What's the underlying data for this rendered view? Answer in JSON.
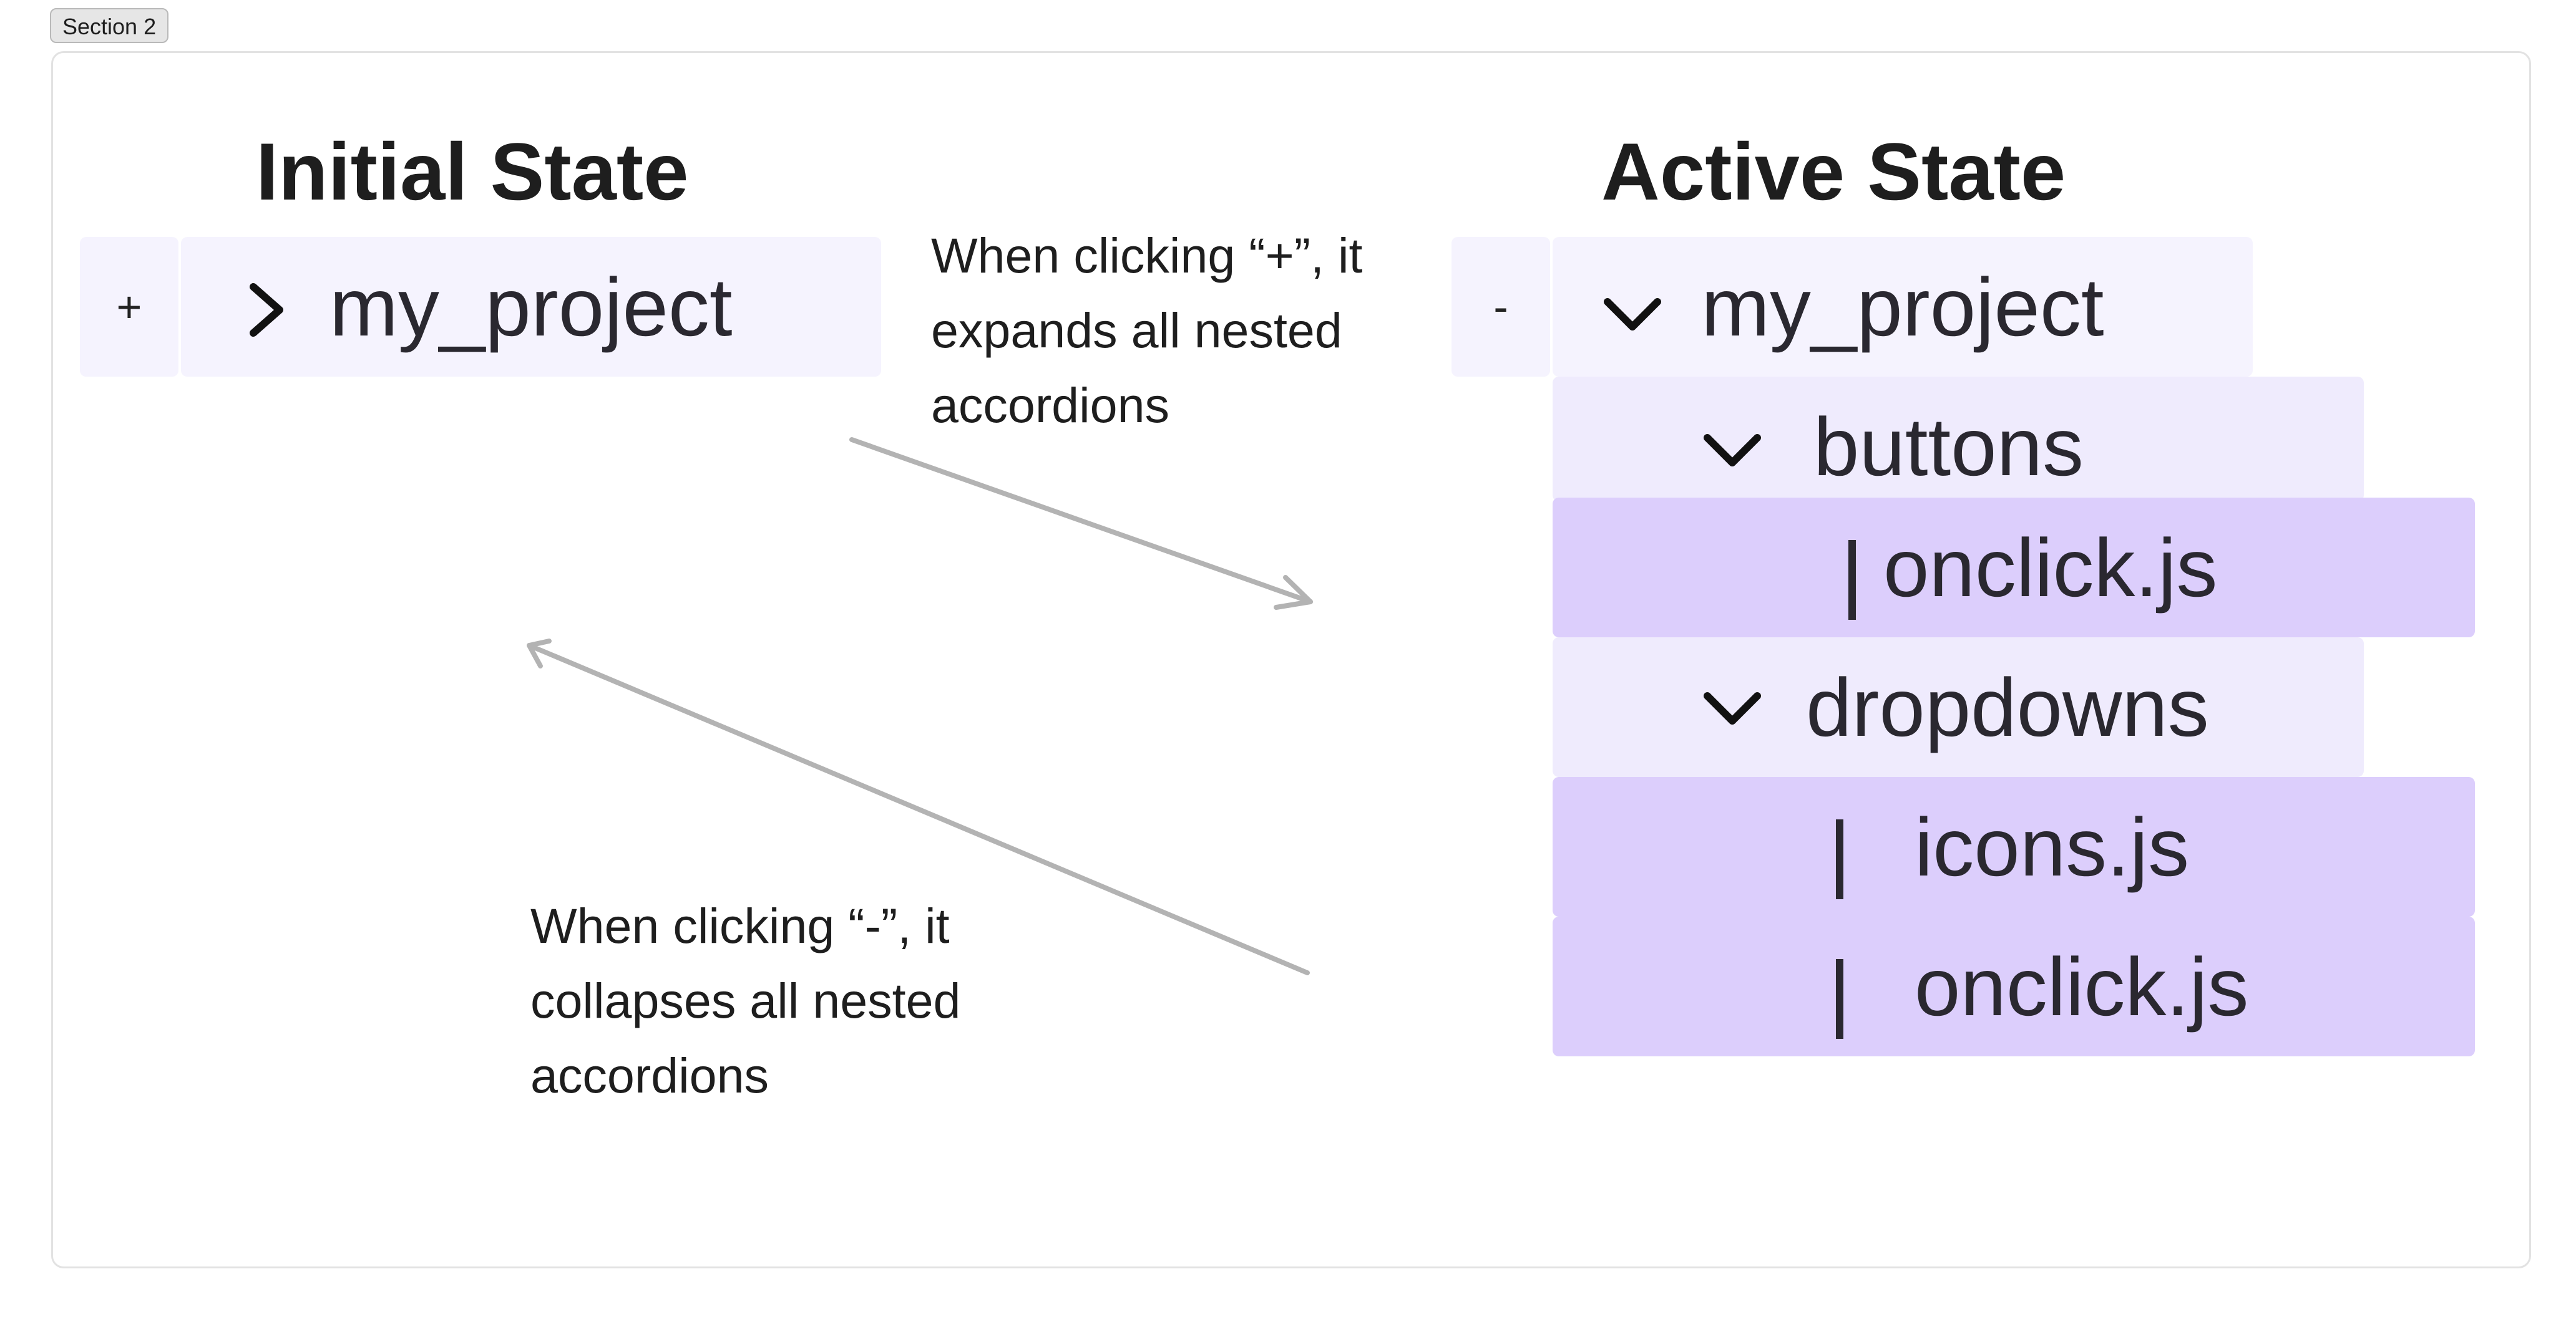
{
  "section_label": "Section 2",
  "initial": {
    "heading": "Initial State",
    "toggle_label": "+",
    "root_label": "my_project"
  },
  "active": {
    "heading": "Active State",
    "toggle_label": "-",
    "root_label": "my_project",
    "folders": [
      {
        "label": "buttons",
        "files": [
          "onclick.js"
        ]
      },
      {
        "label": "dropdowns",
        "files": [
          "icons.js",
          "onclick.js"
        ]
      }
    ]
  },
  "notes": {
    "expand": [
      "When clicking “+”, it",
      "expands all nested",
      "accordions"
    ],
    "collapse": [
      "When clicking “-”, it",
      "collapses all nested",
      "accordions"
    ]
  },
  "colors": {
    "row_light": "#f5f3fe",
    "row_mid": "#efebfd",
    "row_deep": "#dccefc",
    "arrow": "#b3b3b3",
    "frame_border": "#e2e2e2"
  }
}
